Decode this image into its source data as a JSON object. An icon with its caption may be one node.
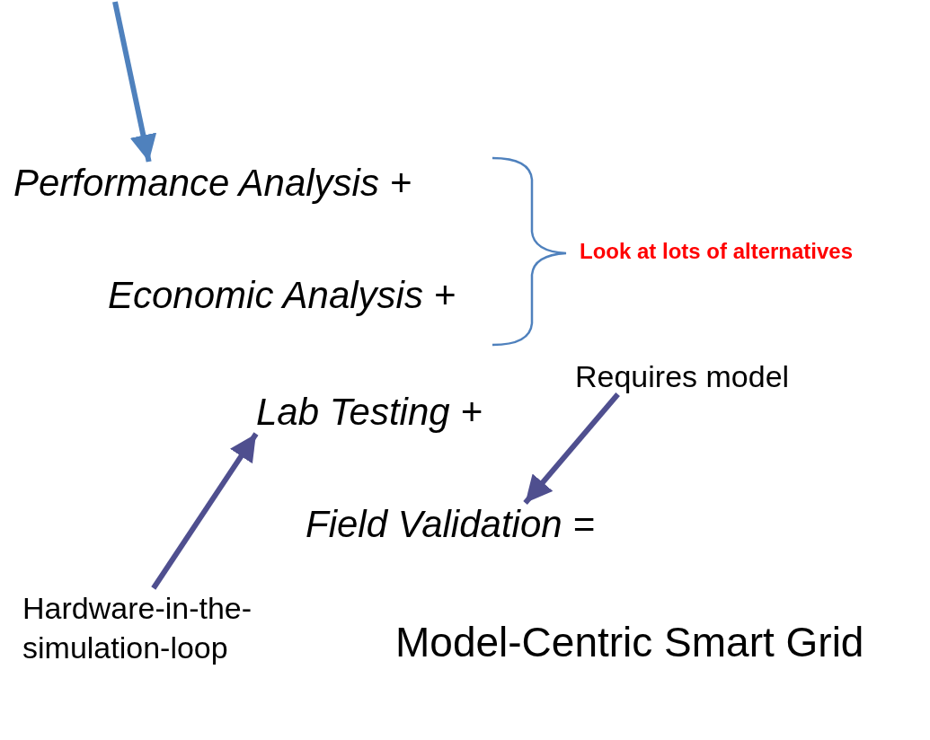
{
  "diagram": {
    "nodes": [
      {
        "text": [
          "Performance Analysis +"
        ]
      },
      {
        "text": [
          "Economic Analysis +"
        ]
      },
      {
        "text": [
          "Lab Testing +"
        ]
      },
      {
        "text": [
          "Field Validation ="
        ]
      },
      {
        "text": [
          "Requires model"
        ]
      },
      {
        "text": [
          "Hardware-in-the-simulation-loop"
        ]
      }
    ],
    "edges": [
      {
        "from": null,
        "to": 0,
        "arrow": "to",
        "color": "#4f81bd"
      },
      {
        "from": 4,
        "to": 3,
        "arrow": "to"
      },
      {
        "from": 5,
        "to": 2,
        "arrow": "to"
      }
    ],
    "labels": [
      "Look at lots of alternatives",
      "Model-Centric Smart Grid"
    ]
  }
}
